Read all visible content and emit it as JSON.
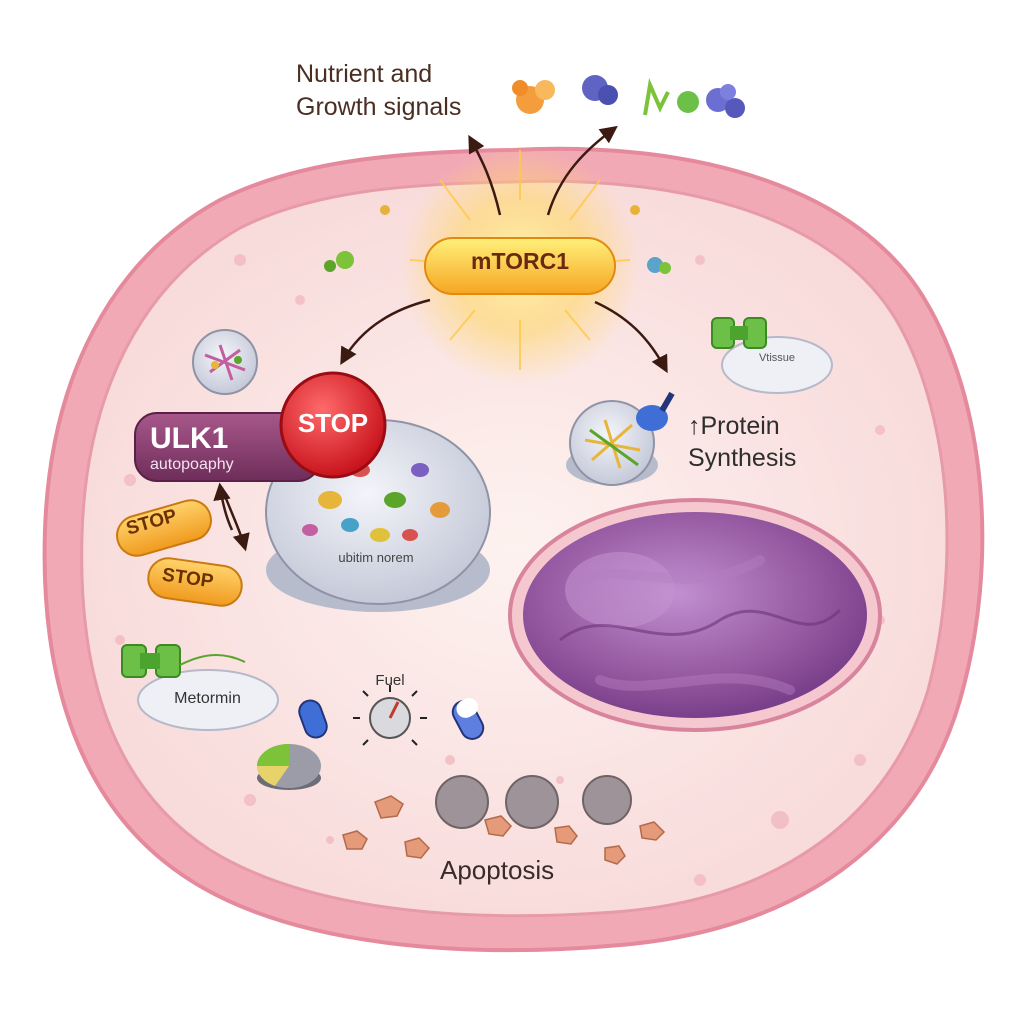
{
  "labels": {
    "signals_line1": "Nutrient and",
    "signals_line2": "Growth signals",
    "mtorc1": "mTORC1",
    "ulk1": "ULK1",
    "autophagy": "autopoaphy",
    "stop_main": "STOP",
    "stop_a": "STOP",
    "stop_b": "STOP",
    "lysosome": "ubitim norem",
    "protein_line1": "Protein",
    "protein_line2": "Synthesis",
    "vesicle": "Vtissue",
    "metformin": "Metormin",
    "fuel": "Fuel",
    "apoptosis": "Apoptosis"
  },
  "colors": {
    "cell_membrane": "#f2a9b6",
    "cytoplasm": "#fbe7e6",
    "nucleus": "#9a5fb0",
    "mtorc1": "#ffd54a",
    "ulk1": "#8e3f73",
    "stop_red": "#e0262f",
    "stop_orange": "#f7b23c",
    "lysosome": "#dfe3ee"
  }
}
